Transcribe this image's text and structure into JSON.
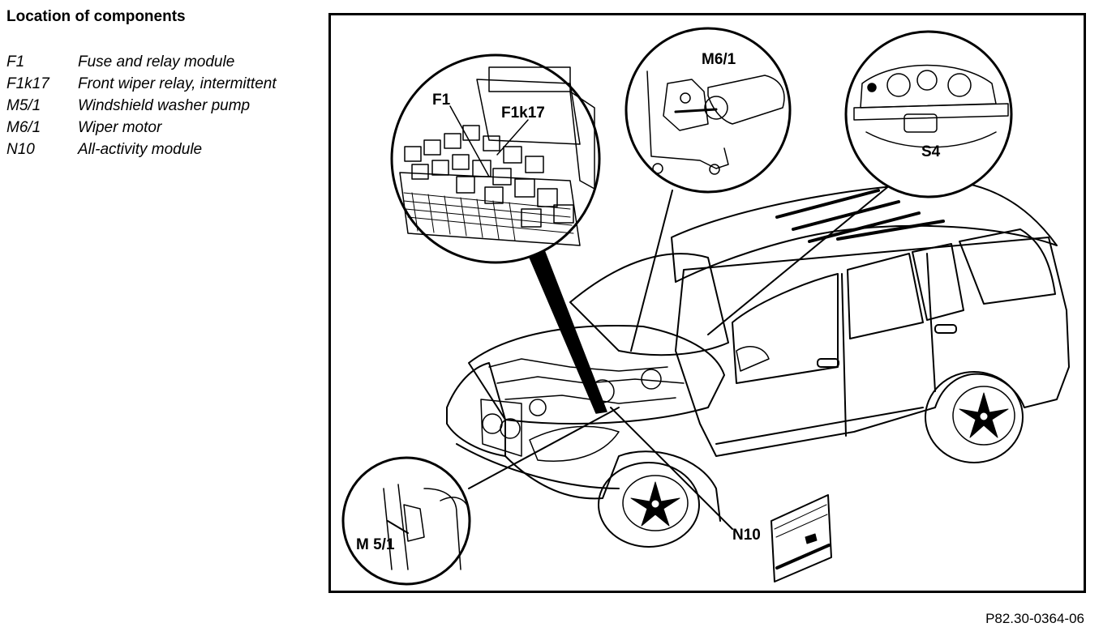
{
  "heading": "Location of components",
  "legend": [
    {
      "code": "F1",
      "description": "Fuse and relay module"
    },
    {
      "code": "F1k17",
      "description": "Front wiper relay, intermittent"
    },
    {
      "code": "M5/1",
      "description": "Windshield washer pump"
    },
    {
      "code": "M6/1",
      "description": "Wiper motor"
    },
    {
      "code": "N10",
      "description": "All-activity module"
    }
  ],
  "callouts": {
    "f1": "F1",
    "f1k17": "F1k17",
    "m6_1": "M6/1",
    "s4": "S4",
    "m5_1": "M 5/1",
    "n10": "N10"
  },
  "figure_id": "P82.30-0364-06"
}
